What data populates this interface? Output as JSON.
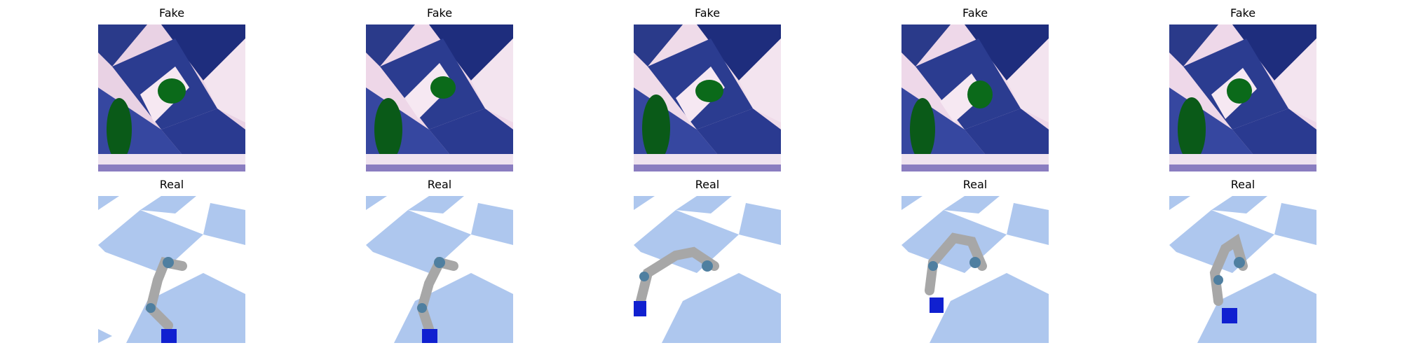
{
  "figure": {
    "rows": [
      {
        "row": "fake",
        "panels": [
          {
            "title": "Fake"
          },
          {
            "title": "Fake"
          },
          {
            "title": "Fake"
          },
          {
            "title": "Fake"
          },
          {
            "title": "Fake"
          }
        ]
      },
      {
        "row": "real",
        "panels": [
          {
            "title": "Real"
          },
          {
            "title": "Real"
          },
          {
            "title": "Real"
          },
          {
            "title": "Real"
          },
          {
            "title": "Real"
          }
        ]
      }
    ]
  },
  "colors": {
    "background": "#ffffff",
    "real_floor_light": "#ffffff",
    "real_floor_blue": "#aec7ee",
    "robot_grey": "#a7a7a7",
    "robot_joint": "#4f7fa0",
    "cube_blue": "#1020d0",
    "fake_dark_blue": "#1c2b78",
    "fake_mid_blue": "#3a4ba0",
    "fake_pink": "#f1dbea",
    "fake_green": "#0b6a1a"
  }
}
